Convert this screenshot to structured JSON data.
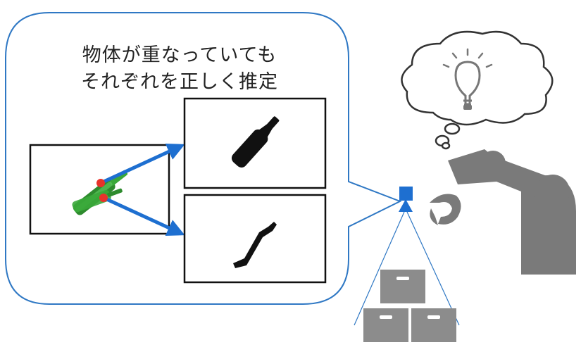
{
  "callout": {
    "line1": "物体が重なっていても",
    "line2": "それぞれを正しく推定"
  },
  "icons": {
    "input_image": "overlapping-bottles-image",
    "estimate_top": "bottle-silhouette",
    "estimate_bottom": "bottle-outline-silhouette",
    "idea": "lightbulb-icon",
    "thought": "thought-cloud",
    "sensor": "camera-sensor-icon",
    "robot": "robot-arm",
    "boxes": "stacked-boxes"
  },
  "colors": {
    "accent_blue": "#1e6fd0",
    "callout_border": "#2f78c4",
    "robot_gray": "#7a7a7a",
    "box_gray": "#8c8c8c",
    "bottle_green": "#3aa83a",
    "marker_red": "#e8322b"
  }
}
